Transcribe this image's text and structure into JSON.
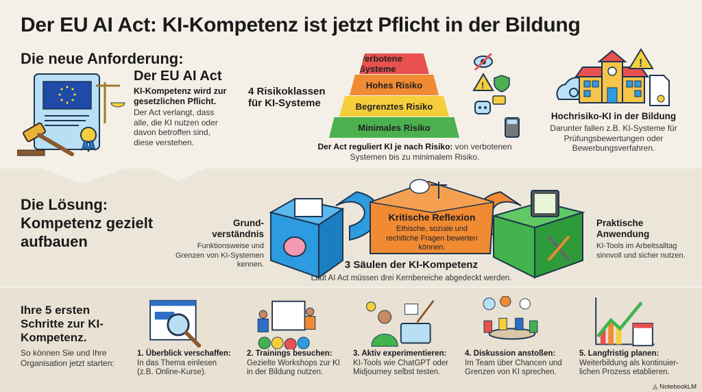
{
  "title": "Der EU AI Act: KI-Kompetenz ist jetzt Pflicht in der Bildung",
  "section1": {
    "heading": "Die neue Anforderung:",
    "act_title": "Der EU AI Act",
    "act_subtitle": "KI-Kompetenz wird zur gesetzlichen Pflicht.",
    "act_text": "Der Act verlangt, dass alle, die KI nutzen oder davon betroffen sind, diese verstehen.",
    "risk_label": "4 Risikoklassen für KI-Systeme",
    "pyramid": [
      {
        "label": "Verbotene Systeme",
        "color": "#e8514f",
        "icon": "eye-slash-icon"
      },
      {
        "label": "Hohes Risiko",
        "color": "#f08a33",
        "icon": "warning-shield-icon"
      },
      {
        "label": "Begrenztes Risiko",
        "color": "#f5cf3b",
        "icon": "chatbot-icon"
      },
      {
        "label": "Minimales Risiko",
        "color": "#4cb04f",
        "icon": "calculator-icon"
      }
    ],
    "pyramid_caption_bold": "Der Act reguliert KI je nach Risiko:",
    "pyramid_caption": " von verbotenen Systemen bis zu minimalem Risiko.",
    "highrisk_title": "Hochrisiko-KI in der Bildung",
    "highrisk_text": "Darunter fallen z.B. KI-Systeme für Prüfungsbewertungen oder Bewerbungsverfahren."
  },
  "section2": {
    "heading": "Die Lösung: Kompetenz gezielt aufbauen",
    "pillars": [
      {
        "title": "Grund-verständnis",
        "text": "Funktionsweise und Grenzen von KI-Systemen kennen.",
        "color": "#2d9be0"
      },
      {
        "title": "Kritische Reflexion",
        "text": "Ethische, soziale und rechtliche Fragen bewerten können.",
        "color": "#f08a33"
      },
      {
        "title": "Praktische Anwendung",
        "text": "KI-Tools im Arbeitsalltag sinnvoll und sicher nutzen.",
        "color": "#43b34d"
      }
    ],
    "center_title": "3 Säulen der KI-Kompetenz",
    "center_text": "Laut AI Act müssen drei Kernbereiche abgedeckt werden."
  },
  "section3": {
    "heading": "Ihre 5 ersten Schritte zur KI-Kompetenz.",
    "text": "So können Sie und Ihre Organisation jetzt starten:",
    "steps": [
      {
        "title": "1. Überblick verschaffen:",
        "text": "In das Thema einlesen (z.B. Online-Kurse)."
      },
      {
        "title": "2. Trainings besuchen:",
        "text": "Gezielte Workshops zur KI in der Bildung nutzen."
      },
      {
        "title": "3. Aktiv experimentieren:",
        "text": "KI-Tools wie ChatGPT oder Midjourney selbst testen."
      },
      {
        "title": "4. Diskussion anstoßen:",
        "text": "Im Team über Chancen und Grenzen von KI sprechen."
      },
      {
        "title": "5. Langfristig planen:",
        "text": "Weiterbildung als kontinuier-lichen Prozess etablieren."
      }
    ]
  },
  "watermark": "NotebookLM"
}
